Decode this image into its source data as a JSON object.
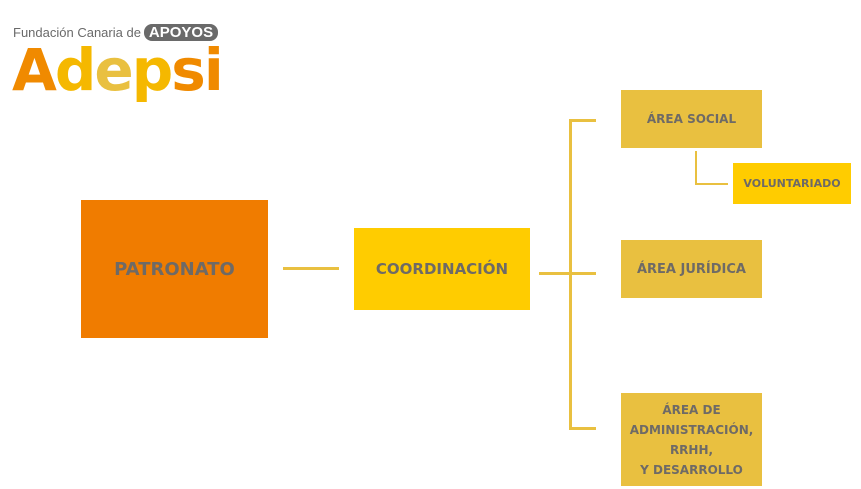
{
  "logo": {
    "tagline": "Fundación Canaria de",
    "badge": "APOYOS",
    "letters": [
      "A",
      "d",
      "e",
      "p",
      "s",
      "i"
    ],
    "colors": [
      "#f08a00",
      "#f5b800",
      "#e9c040",
      "#f5b800",
      "#f08a00",
      "#f08a00"
    ]
  },
  "nodes": {
    "patronato": "PATRONATO",
    "coordinacion": "COORDINACIÓN",
    "area_social": "ÁREA SOCIAL",
    "voluntariado": "VOLUNTARIADO",
    "area_juridica": "ÁREA JURÍDICA",
    "area_admin": [
      "ÁREA DE",
      "ADMINISTRACIÓN,",
      "RRHH,",
      "Y DESARROLLO"
    ]
  },
  "colors": {
    "patronato": "#f07c00",
    "coordinacion": "#ffcc00",
    "area": "#e9c040",
    "text": "#6e6a66"
  }
}
